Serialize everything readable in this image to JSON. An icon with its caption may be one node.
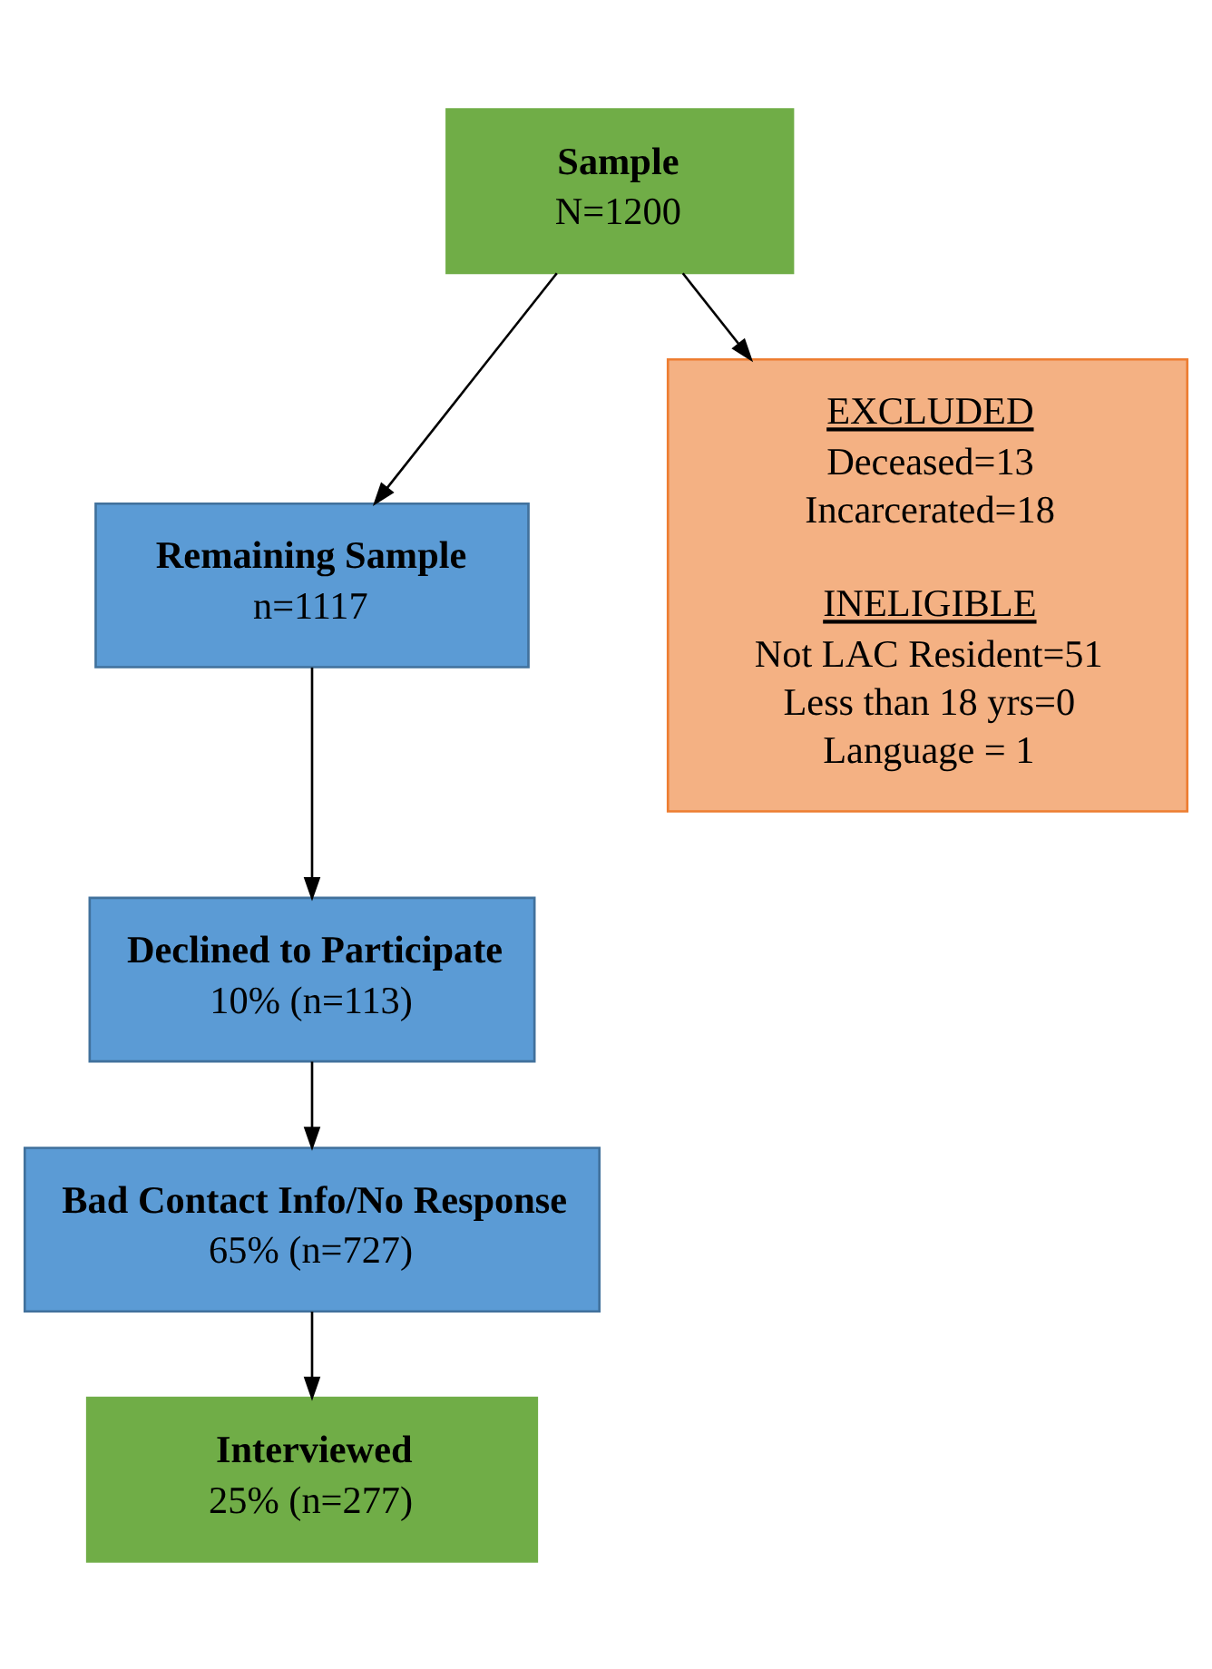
{
  "diagram": {
    "nodes": [
      {
        "text": [
          "Sample",
          "N=1200"
        ]
      },
      {
        "text": [
          "Remaining Sample",
          "n=1117"
        ]
      },
      {
        "text": [
          "EXCLUDED",
          "Deceased=13",
          "Incarcerated=18",
          "INELIGIBLE",
          "Not LAC Resident=51",
          "Less than 18 yrs=0",
          "Language = 1"
        ]
      },
      {
        "text": [
          "Declined to Participate",
          "10% (n=113)"
        ]
      },
      {
        "text": [
          "Bad Contact Info/No Response",
          "65% (n=727)"
        ]
      },
      {
        "text": [
          "Interviewed",
          "25% (n=277)"
        ]
      }
    ],
    "edges": [
      {
        "from": 0,
        "to": 1,
        "arrow": "to"
      },
      {
        "from": 0,
        "to": 2,
        "arrow": "to"
      },
      {
        "from": 1,
        "to": 3,
        "arrow": "to"
      },
      {
        "from": 3,
        "to": 4,
        "arrow": "to"
      },
      {
        "from": 4,
        "to": 5,
        "arrow": "to"
      }
    ]
  }
}
